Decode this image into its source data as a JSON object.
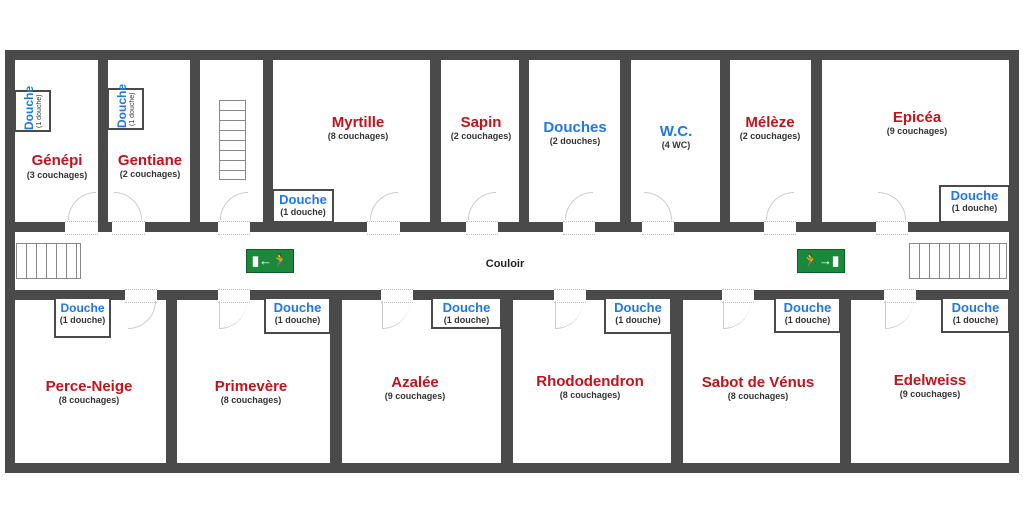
{
  "corridor": "Couloir",
  "top_rooms": [
    {
      "name": "Génépi",
      "sub": "(3 couchages)"
    },
    {
      "name": "Gentiane",
      "sub": "(2 couchages)"
    },
    {
      "name": "Myrtille",
      "sub": "(8 couchages)"
    },
    {
      "name": "Sapin",
      "sub": "(2 couchages)"
    },
    {
      "name": "Douches",
      "sub": "(2 douches)"
    },
    {
      "name": "W.C.",
      "sub": "(4 WC)"
    },
    {
      "name": "Mélèze",
      "sub": "(2 couchages)"
    },
    {
      "name": "Epicéa",
      "sub": "(9 couchages)"
    }
  ],
  "bottom_rooms": [
    {
      "name": "Perce-Neige",
      "sub": "(8 couchages)"
    },
    {
      "name": "Primevère",
      "sub": "(8 couchages)"
    },
    {
      "name": "Azalée",
      "sub": "(9 couchages)"
    },
    {
      "name": "Rhododendron",
      "sub": "(8 couchages)"
    },
    {
      "name": "Sabot de Vénus",
      "sub": "(8 couchages)"
    },
    {
      "name": "Edelweiss",
      "sub": "(9 couchages)"
    }
  ],
  "shower": {
    "title": "Douche",
    "sub": "(1 douche)"
  },
  "exit_left": "▮←🏃",
  "exit_right": "🏃→▮",
  "colors": {
    "wall": "#4a4a4a",
    "room_name": "#c0141c",
    "shower": "#1e78e6",
    "exit": "#1a8a3a"
  }
}
